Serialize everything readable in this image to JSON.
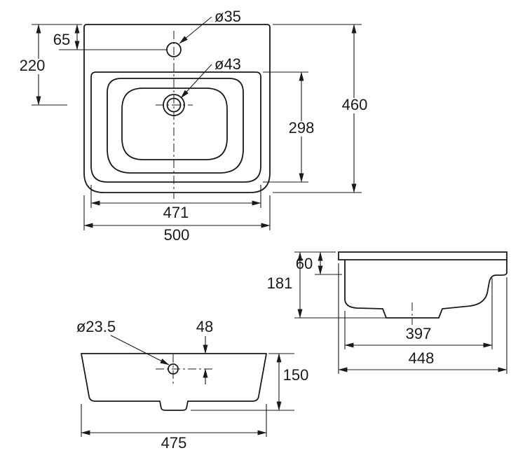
{
  "drawing": {
    "type": "basin technical dimension drawing",
    "colors": {
      "line": "#1a1a1a",
      "background": "#ffffff"
    }
  },
  "top_view": {
    "faucet_diameter_label": "ø35",
    "drain_diameter_label": "ø43",
    "dim_faucet_offset": "65",
    "dim_drain_offset": "220",
    "dim_overall_depth": "460",
    "dim_bowl_depth": "298",
    "dim_bowl_width": "471",
    "dim_overall_width": "500"
  },
  "side_view": {
    "dim_rim_height": "60",
    "dim_overall_height": "181",
    "dim_bowl_length": "397",
    "dim_overall_length": "448"
  },
  "front_view": {
    "hole_diameter_label": "ø23.5",
    "dim_hole_offset": "48",
    "dim_height": "150",
    "dim_width": "475"
  }
}
